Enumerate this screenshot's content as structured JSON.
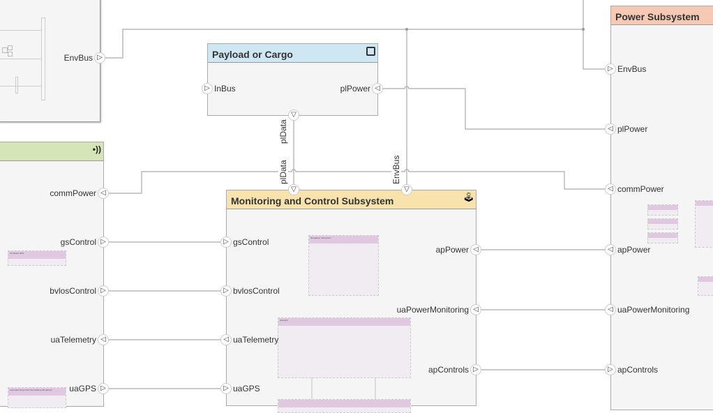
{
  "blocks": {
    "payload": {
      "title": "Payload or Cargo",
      "color": "#cfe6f3",
      "ports": {
        "in": "InBus",
        "out": "plPower"
      }
    },
    "monitoring": {
      "title": "Monitoring and Control Subsystem",
      "color": "#f8e3ad",
      "left_ports": [
        "gsControl",
        "bvlosControl",
        "uaTelemetry",
        "uaGPS"
      ],
      "right_ports": [
        "apPower",
        "uaPowerMonitoring",
        "apControls"
      ],
      "inner": [
        "Navigation Subsystem",
        "Autopilot"
      ]
    },
    "power": {
      "title": "Power Subsystem",
      "color": "#f5c9b3",
      "ports": [
        "EnvBus",
        "plPower",
        "commPower",
        "apPower",
        "uaPowerMonitoring",
        "apControls"
      ]
    },
    "environment": {
      "port": "EnvBus"
    },
    "communication": {
      "color": "#d5e5b8",
      "ports": [
        "commPower",
        "gsControl",
        "bvlosControl",
        "uaTelemetry",
        "uaGPS"
      ],
      "inner": [
        "On-Board GPS",
        "Automatic Dependent Surveillance-Broadcast"
      ]
    }
  },
  "connection_labels": {
    "pldata_top": "plData",
    "pldata_bottom": "plData",
    "envbus": "EnvBus"
  },
  "icons": {
    "communication": "wireless-signal-icon",
    "monitoring": "joystick-icon",
    "payload": "square-icon"
  }
}
